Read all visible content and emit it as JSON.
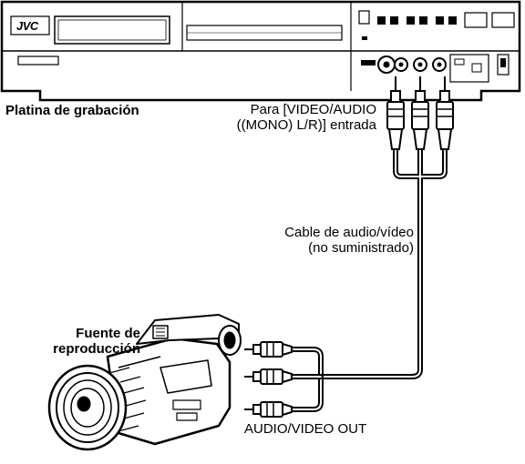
{
  "brand": "JVC",
  "labels": {
    "recorder": "Platina de grabación",
    "input_line1": "Para [VIDEO/AUDIO",
    "input_line2": "((MONO) L/R)] entrada",
    "cable_line1": "Cable de audio/vídeo",
    "cable_line2": "(no suministrado)",
    "source_line1": "Fuente de",
    "source_line2": "reproducción",
    "output": "AUDIO/VIDEO OUT"
  }
}
